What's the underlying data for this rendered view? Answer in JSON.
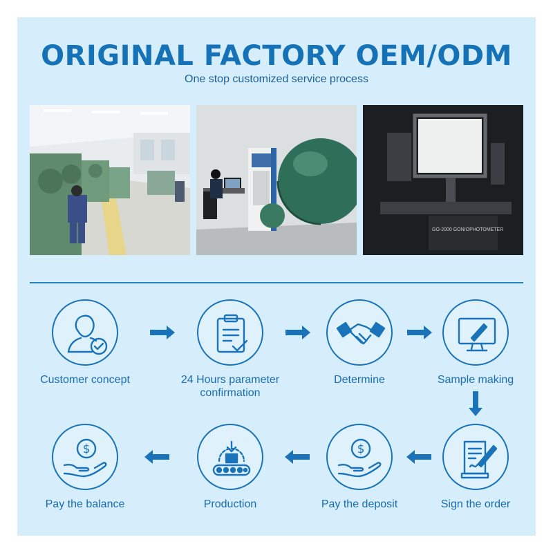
{
  "header": {
    "title": "ORIGINAL FACTORY OEM/ODM",
    "subtitle": "One stop customized service process"
  },
  "photos": {
    "photo3_machine_label": "GO-2000 GONIOPHOTOMETER"
  },
  "steps": [
    {
      "label": "Customer concept",
      "icon": "customer-check-icon"
    },
    {
      "label": "24 Hours parameter confirmation",
      "icon": "clipboard-check-icon"
    },
    {
      "label": "Determine",
      "icon": "handshake-icon"
    },
    {
      "label": "Sample making",
      "icon": "monitor-pen-icon"
    },
    {
      "label": "Sign the order",
      "icon": "contract-pen-icon"
    },
    {
      "label": "Pay the deposit",
      "icon": "hand-coin-icon"
    },
    {
      "label": "Production",
      "icon": "conveyor-gear-icon"
    },
    {
      "label": "Pay the balance",
      "icon": "hand-coin-icon"
    }
  ],
  "colors": {
    "accent": "#1672b6",
    "panel": "#d6eefb",
    "line": "#1a73b8"
  }
}
